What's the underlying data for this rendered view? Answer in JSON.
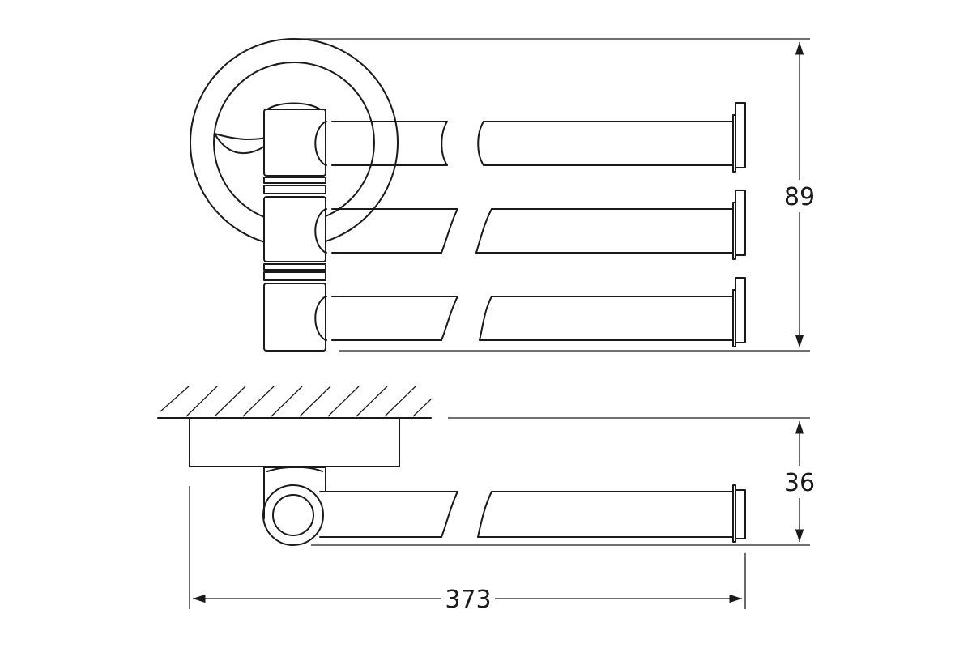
{
  "dimensions": {
    "height_top": "89",
    "depth_side": "36",
    "width_total": "373"
  },
  "colors": {
    "stroke": "#1a1a1a",
    "background": "#ffffff"
  }
}
